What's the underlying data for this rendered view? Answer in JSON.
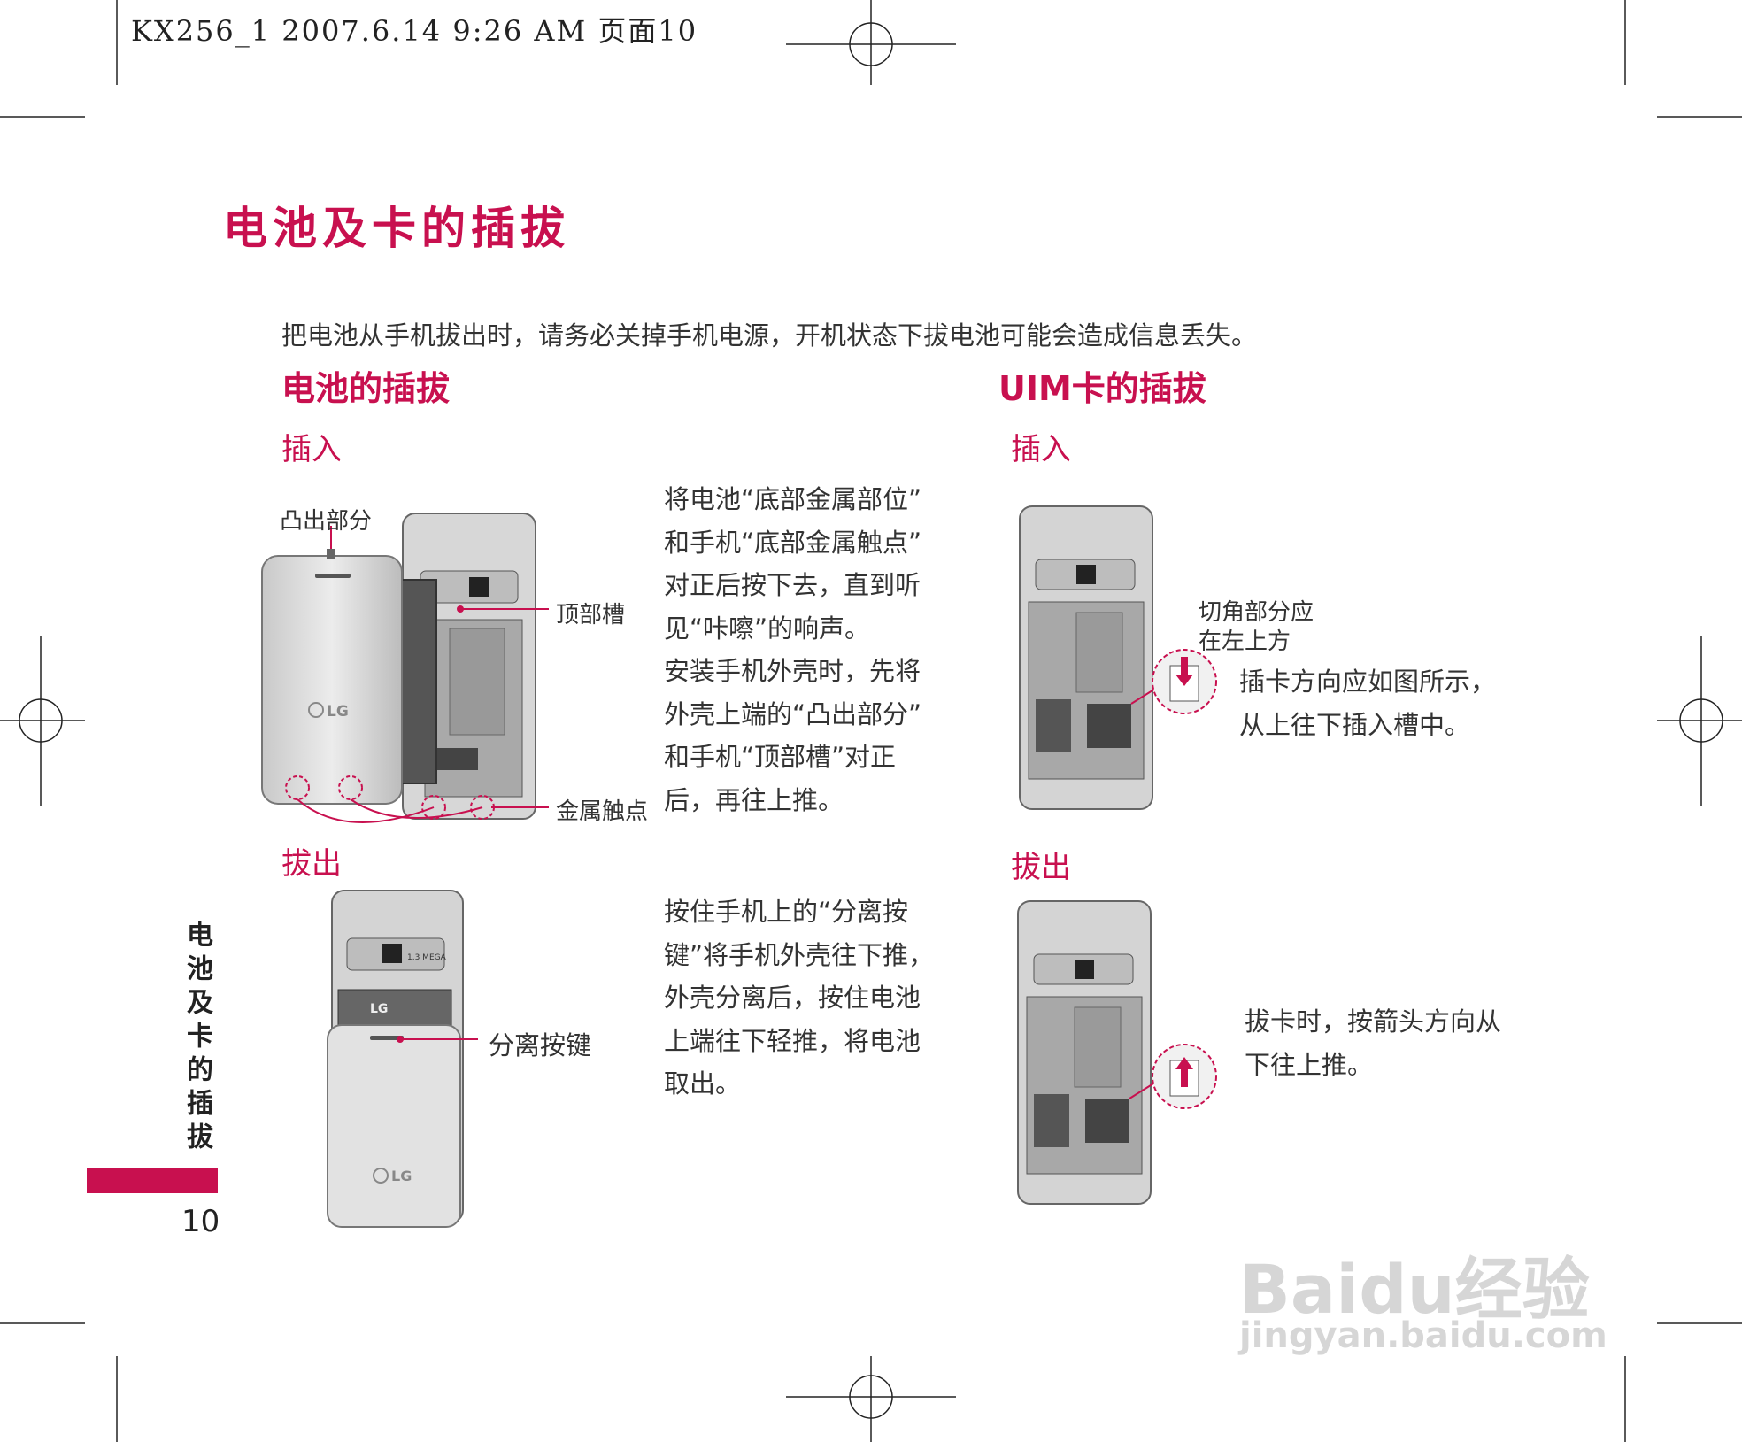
{
  "header": {
    "stamp": "KX256_1  2007.6.14 9:26 AM 页面10"
  },
  "page": {
    "title": "电池及卡的插拔",
    "intro": "把电池从手机拔出时，请务必关掉手机电源，开机状态下拔电池可能会造成信息丢失。"
  },
  "battery": {
    "heading": "电池的插拔",
    "insert": {
      "heading": "插入",
      "labels": {
        "protrusion": "凸出部分",
        "top_slot": "顶部槽",
        "contacts": "金属触点"
      },
      "text": "将电池“底部金属部位”\n和手机“底部金属触点”\n对正后按下去，直到听\n见“咔嚓”的响声。\n安装手机外壳时，先将\n外壳上端的“凸出部分”\n和手机“顶部槽”对正\n后，再往上推。"
    },
    "remove": {
      "heading": "拔出",
      "labels": {
        "release_button": "分离按键"
      },
      "text": "按住手机上的“分离按\n键”将手机外壳往下推，\n外壳分离后，按住电池\n上端往下轻推，将电池\n取出。"
    }
  },
  "uim": {
    "heading": "UIM卡的插拔",
    "insert": {
      "heading": "插入",
      "corner_label": "切角部分应\n在左上方",
      "text": "插卡方向应如图所示，\n从上往下插入槽中。"
    },
    "remove": {
      "heading": "拔出",
      "text": "拔卡时，按箭头方向从\n下往上推。"
    }
  },
  "sidebar": {
    "section": "电池及卡的插拔",
    "page_number": "10"
  },
  "phone_labels": {
    "brand": "LG",
    "camera": "1.3 MEGA"
  },
  "watermark": {
    "brand": "Baidu经验",
    "url": "jingyan.baidu.com"
  },
  "colors": {
    "accent": "#c8104f",
    "text": "#333333"
  }
}
